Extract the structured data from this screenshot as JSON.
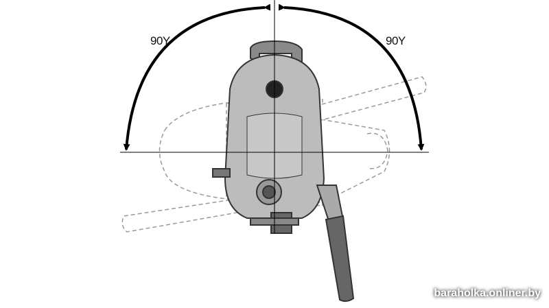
{
  "diagram": {
    "left_angle_label": "90Y",
    "right_angle_label": "90Y",
    "watermark": "baraholka.onliner.by",
    "colors": {
      "body": "#b9b9b9",
      "outline": "#333333",
      "ghost": "#999999",
      "arrow": "#000000"
    }
  }
}
